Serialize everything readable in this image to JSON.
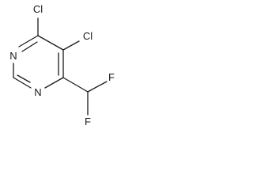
{
  "structure": {
    "atoms": {
      "cl_top": "Cl",
      "cl_right": "Cl",
      "n_upper": "N",
      "n_lower": "N",
      "f_right": "F",
      "f_bottom": "F"
    }
  },
  "colors": {
    "ink": "#1a1a1a",
    "background": "#ffffff"
  }
}
